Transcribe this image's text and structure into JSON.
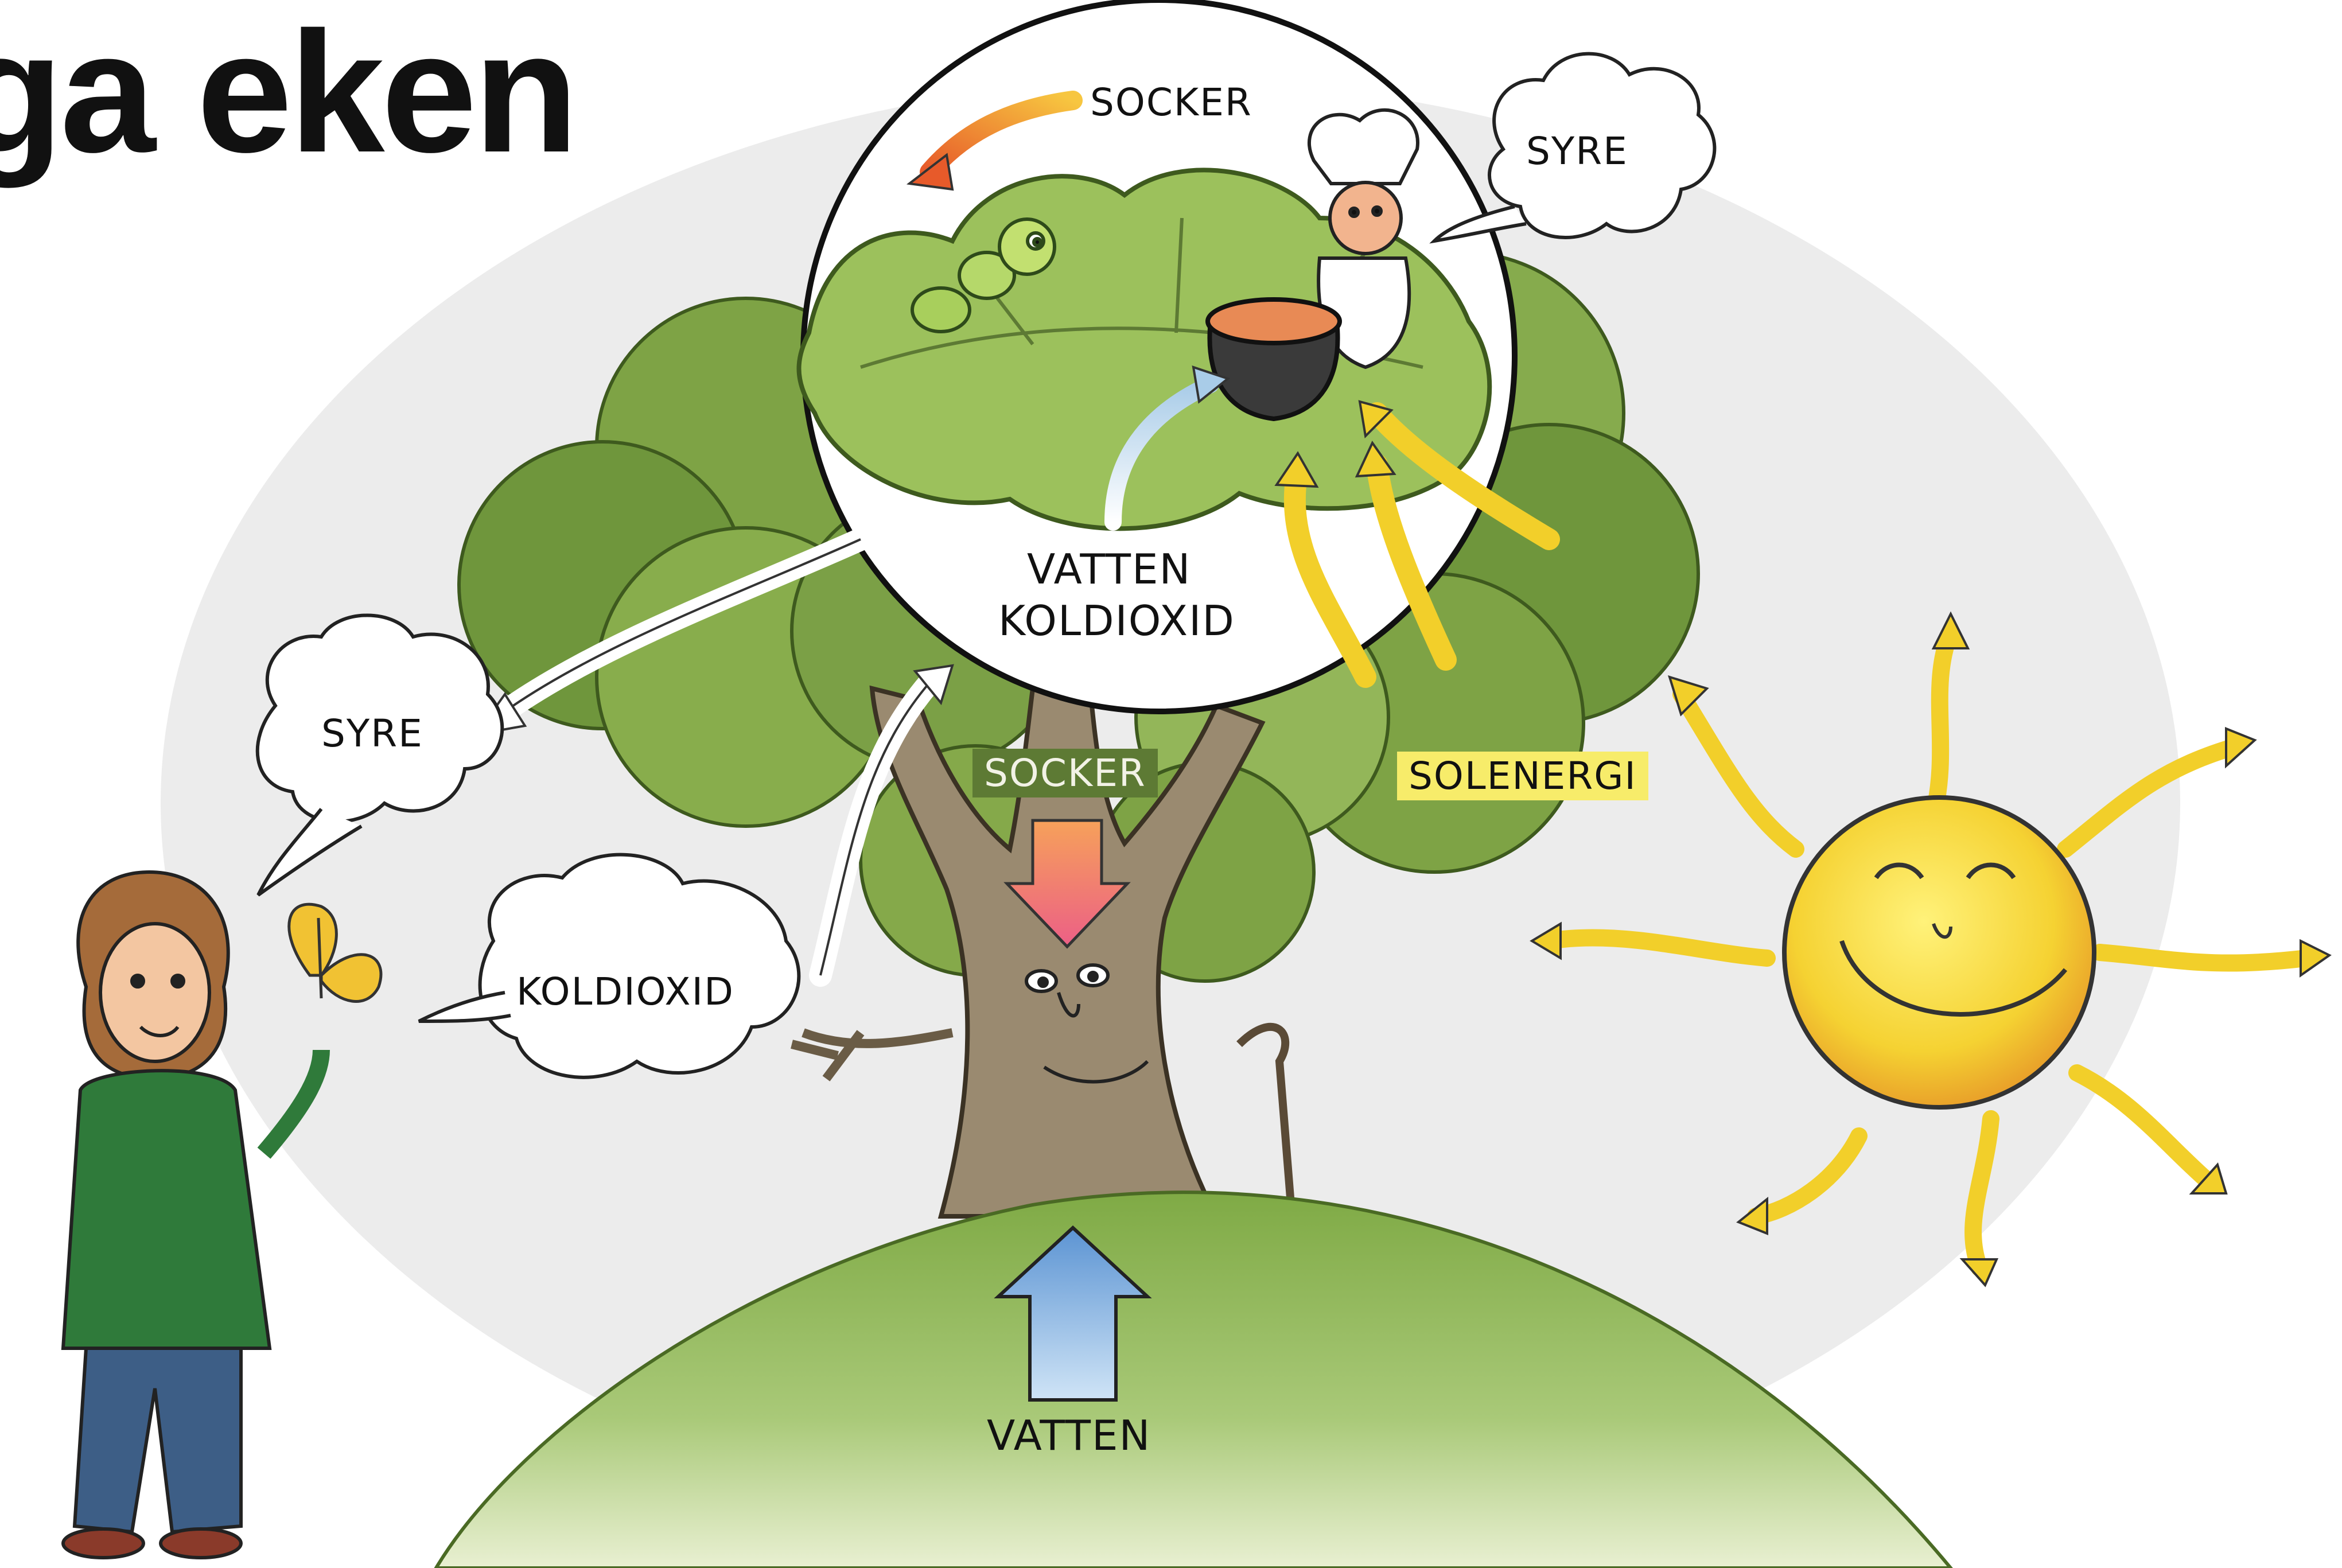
{
  "title": "iga eken",
  "colors": {
    "background_oval": "#ececec",
    "hill_grass": "#8fb85a",
    "tree_foliage": "#6f9a3c",
    "trunk": "#8a7a62",
    "sun": "#f5d232",
    "sun_ray": "#f2cf2a",
    "water_arrow": "#8ab6e0",
    "sugar_arrow": "#ee7a78",
    "socker_tag_bg": "#5d7a34",
    "solenergi_tag_bg": "#f7ec6a"
  },
  "labels": {
    "leaf_socker": "SOCKER",
    "leaf_syre": "SYRE",
    "leaf_vatten": "VATTEN",
    "leaf_koldioxid": "KOLDIOXID",
    "left_syre": "SYRE",
    "left_koldioxid": "KOLDIOXID",
    "trunk_socker": "SOCKER",
    "solenergi": "SOLENERGI",
    "ground_vatten": "VATTEN"
  },
  "icons": {
    "sun": "smiling-sun-icon",
    "tree": "oak-tree-icon",
    "girl": "girl-with-butterfly-icon",
    "chef": "chef-with-pot-icon",
    "caterpillar": "caterpillar-icon",
    "butterfly": "butterfly-icon",
    "cloud": "speech-cloud-icon"
  }
}
